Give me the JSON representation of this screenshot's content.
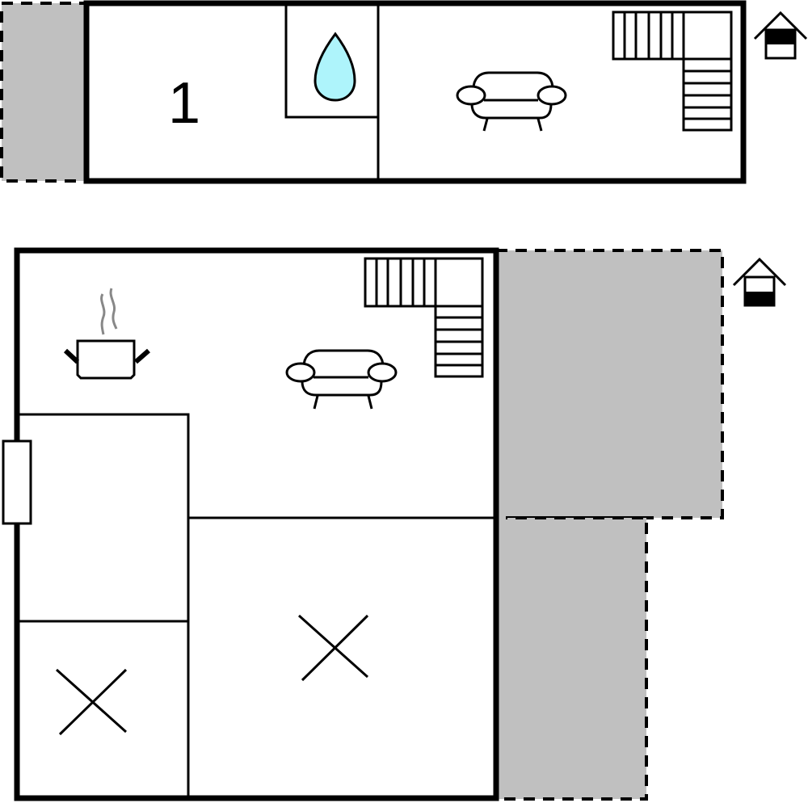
{
  "floors": [
    {
      "name": "upper-floor",
      "room_label": "1",
      "icons": [
        "bathroom-water-drop-icon",
        "sofa-icon",
        "staircase-icon",
        "floor-indicator-upper-icon"
      ]
    },
    {
      "name": "ground-floor",
      "icons": [
        "kitchen-pot-icon",
        "sofa-icon",
        "staircase-icon",
        "bedroom-bed-x-icon",
        "bedroom-bed-x-icon",
        "door-icon",
        "floor-indicator-ground-icon"
      ]
    }
  ],
  "colors": {
    "wall": "#000000",
    "terrace": "#c0c0c0",
    "water_drop": "#aef4fb",
    "steam": "#888888",
    "background": "#ffffff"
  }
}
